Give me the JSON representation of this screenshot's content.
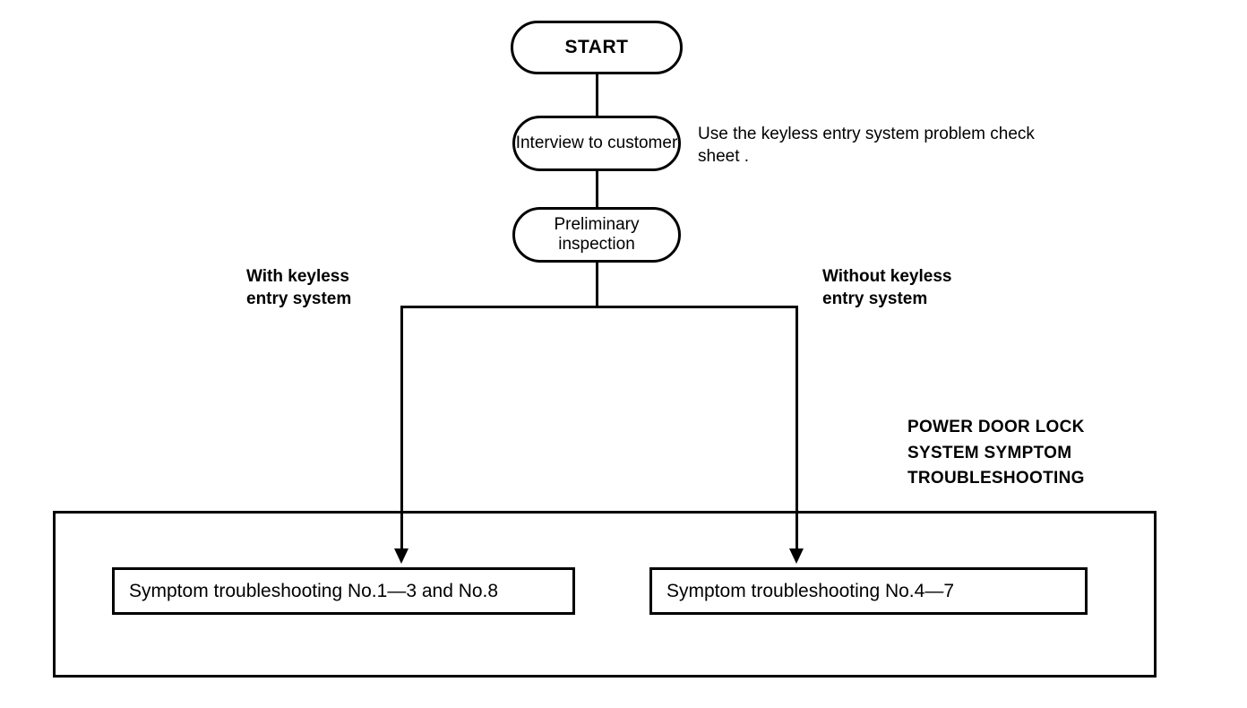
{
  "diagram": {
    "title": "Keyless entry system / power door lock system troubleshooting flowchart",
    "nodes": {
      "start": "START",
      "interview": "Interview to\ncustomer",
      "preliminary": "Preliminary\ninspection"
    },
    "annotations": {
      "check_sheet": "Use the keyless entry system problem check\nsheet ."
    },
    "branch_labels": {
      "left": "With keyless\nentry system",
      "right": "Without keyless\nentry system"
    },
    "group": {
      "heading": "POWER DOOR LOCK\nSYSTEM SYMPTOM\nTROUBLESHOOTING",
      "boxes": [
        "Symptom troubleshooting No.1—3 and No.8",
        "Symptom troubleshooting No.4—7"
      ]
    },
    "colors": {
      "stroke": "#000000",
      "background": "#ffffff",
      "text": "#000000"
    }
  }
}
